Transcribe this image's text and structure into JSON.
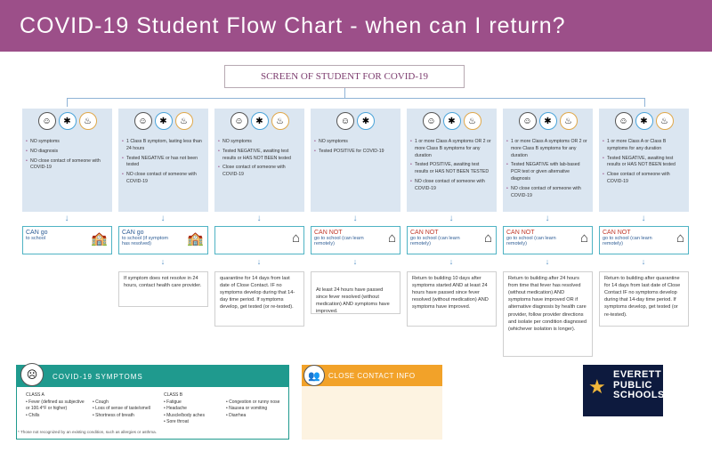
{
  "title": "COVID-19 Student   Flow Chart - when can I return?",
  "screen": "SCREEN   OF STUDENT   FOR COVID-19",
  "columns": [
    {
      "items": [
        "NO symptoms",
        "NO diagnosis",
        "NO close contact of someone with COVID-19"
      ],
      "decision_main": "CAN go",
      "decision_sub": "to school",
      "result": ""
    },
    {
      "items": [
        "1 Class B symptom, lasting less than 24 hours",
        "Tested NEGATIVE or has not been tested",
        "NO close contact of someone with COVID-19"
      ],
      "decision_main": "CAN go",
      "decision_sub": "to school (if symptom has resolved)",
      "result": "If symptom does not resolve in 24 hours, contact health care provider."
    },
    {
      "items": [
        "NO symptoms",
        "Tested NEGATIVE, awaiting test results or HAS NOT BEEN tested",
        "Close contact of someone with COVID-19"
      ],
      "decision_main": "",
      "decision_sub": "",
      "result": "quarantine for 14 days from last date of Close Contact. IF no symptoms develop during that 14-day time period. If symptoms develop, get tested (or re-tested)."
    },
    {
      "items": [
        "NO symptoms",
        "Tested POSITIVE for COVID-19"
      ],
      "decision_main": "CAN NOT",
      "decision_sub": "go to school (can learn remotely)",
      "result": "At least 24 hours have passed since fever resolved (without medication) AND symptoms have improved."
    },
    {
      "items": [
        "1 or more Class A symptoms OR 2 or more Class B symptoms for any duration",
        "Tested POSITIVE, awaiting test results or HAS NOT BEEN TESTED",
        "NO close contact of someone with COVID-19"
      ],
      "decision_main": "CAN NOT",
      "decision_sub": "go to school (can learn remotely)",
      "result": "Return to building 10 days after symptoms started AND at least 24 hours have passed since fever resolved (without medication) AND symptoms have improved."
    },
    {
      "items": [
        "1 or more Class A symptoms OR 2 or more Class B symptoms for any duration",
        "Tested NEGATIVE with lab-based PCR test or given alternative diagnosis",
        "NO close contact of someone with COVID-19"
      ],
      "decision_main": "CAN NOT",
      "decision_sub": "go to school (can learn remotely)",
      "result": "Return to building after 24 hours from time that fever has resolved (without medication) AND symptoms have improved OR if alternative diagnosis by health care provider, follow provider directions and isolate per condition diagnosed (whichever isolation is longer)."
    },
    {
      "items": [
        "1 or more Class A or Class B symptoms for any duration",
        "Tested NEGATIVE, awaiting test results or HAS NOT BEEN tested",
        "Close contact of someone with COVID-19"
      ],
      "decision_main": "CAN NOT",
      "decision_sub": "go to school (can learn remotely)",
      "result": "Return to building after quarantine for 14 days from last date of Close Contact IF no symptoms develop during that 14-day time period. If symptoms develop, get tested (or re-tested)."
    }
  ],
  "symptoms": {
    "title": "COVID-19   SYMPTOMS",
    "class_a_label": "CLASS A",
    "class_a_1": "• Fever (defined as subjective or 100.4°F or higher)",
    "class_a_2": "• Chills",
    "class_a_3": "• Cough",
    "class_a_4": "• Loss of sense of taste/smell",
    "class_a_5": "• Shortness of breath",
    "class_b_label": "CLASS B",
    "class_b_1": "• Fatigue",
    "class_b_2": "• Headache",
    "class_b_3": "• Muscle/body aches",
    "class_b_4": "• Sore throat",
    "class_b_5": "• Congestion or runny nose",
    "class_b_6": "• Nausea or vomiting",
    "class_b_7": "• Diarrhea",
    "note": "* Those not recognized by an existing condition, such as allergies or asthma."
  },
  "contact": {
    "title": "CLOSE CONTACT   INFO"
  },
  "logo": {
    "line1": "EVERETT",
    "line2": "PUBLIC",
    "line3": "SCHOOLS"
  },
  "colors": {
    "title_bar": "#9c4f89",
    "column_fill": "#dbe6f1",
    "symptoms_accent": "#1f9a8e",
    "contact_accent": "#f2a229",
    "logo_bg": "#0d1a3e"
  }
}
